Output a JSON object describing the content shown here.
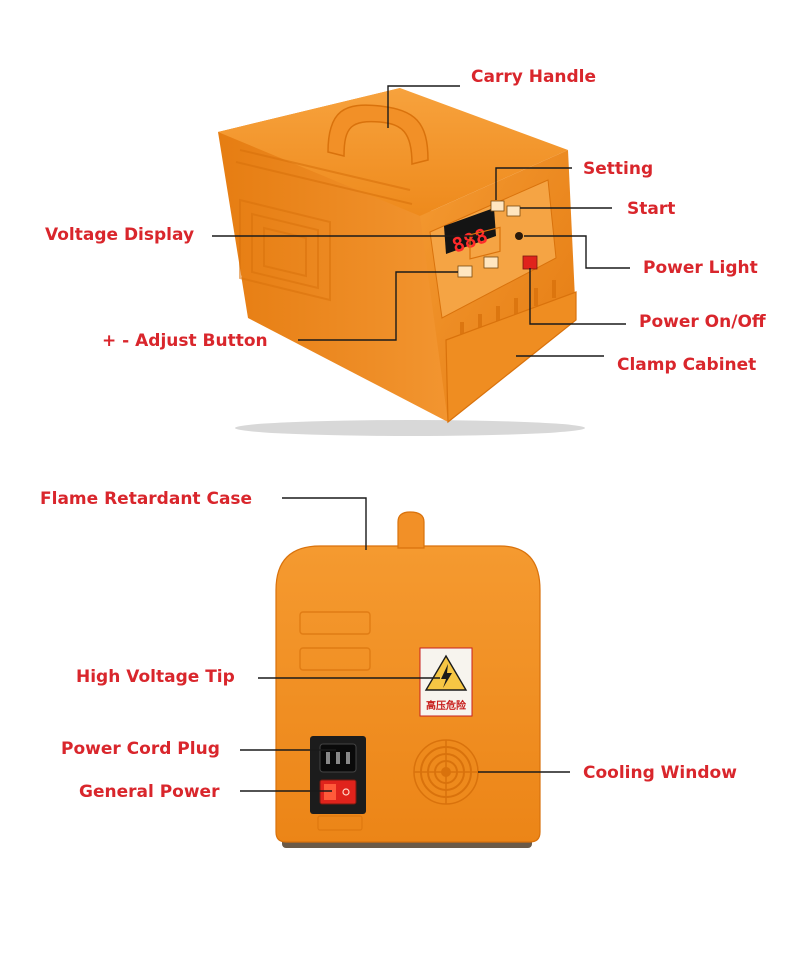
{
  "labels": {
    "carry_handle": "Carry Handle",
    "setting": "Setting",
    "start": "Start",
    "voltage_display": "Voltage Display",
    "power_light": "Power Light",
    "adjust_button": "+ - Adjust Button",
    "power_onoff": "Power On/Off",
    "clamp_cabinet": "Clamp Cabinet",
    "flame_retardant_case": "Flame Retardant Case",
    "high_voltage_tip": "High Voltage Tip",
    "power_cord_plug": "Power Cord Plug",
    "general_power": "General Power",
    "cooling_window": "Cooling Window"
  },
  "device": {
    "display_value": "888",
    "warning_sign_text": "高压危险",
    "warning_symbol": "lightning-bolt"
  },
  "colors": {
    "label_red": "#d9262c",
    "case_orange": "#f08a1e",
    "leader_black": "#1a1a1a"
  }
}
